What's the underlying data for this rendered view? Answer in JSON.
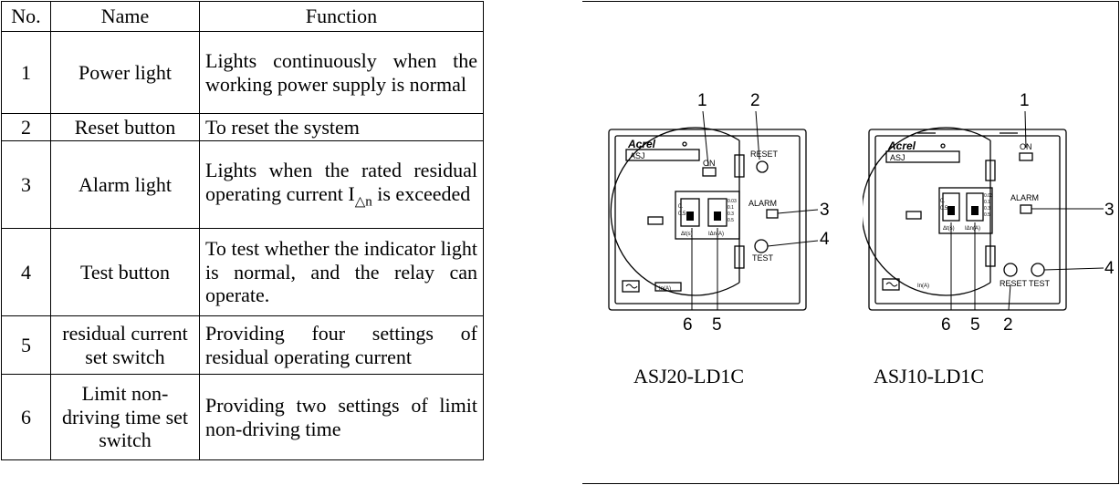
{
  "table": {
    "headers": [
      "No.",
      "Name",
      "Function"
    ],
    "rows": [
      {
        "no": "1",
        "name": "Power light",
        "func": "Lights continuously when the working power supply is normal"
      },
      {
        "no": "2",
        "name": "Reset button",
        "func": "To reset the system"
      },
      {
        "no": "3",
        "name": "Alarm light",
        "func_main": "Lights when the rated residual operating current I",
        "func_sub": "△n",
        "func_tail": " is exceeded"
      },
      {
        "no": "4",
        "name": "Test button",
        "func": "To test whether the indicator light is normal, and the relay can operate."
      },
      {
        "no": "5",
        "name": "residual current set switch",
        "func": "Providing four settings of residual operating current"
      },
      {
        "no": "6",
        "name": "Limit non-driving time set switch",
        "func": "Providing two settings of limit non-driving time"
      }
    ]
  },
  "devices": [
    {
      "model": "ASJ20-LD1C",
      "brand": "Acrel",
      "series": "ASJ",
      "labels": {
        "on": "ON",
        "reset": "RESET",
        "alarm": "ALARM",
        "test": "TEST"
      },
      "callouts": [
        "1",
        "2",
        "3",
        "4",
        "5",
        "6"
      ],
      "switch_left": [
        "0.",
        "0.5"
      ],
      "switch_right": [
        "0.03",
        "0.1",
        "0.3",
        "0.5"
      ],
      "switch_left_caption": "Δt(s)",
      "switch_right_caption": "IΔn(A)",
      "footer_label": "In(A)"
    },
    {
      "model": "ASJ10-LD1C",
      "brand": "Acrel",
      "series": "ASJ",
      "labels": {
        "on": "ON",
        "reset": "RESET",
        "alarm": "ALARM",
        "test": "TEST"
      },
      "callouts": [
        "1",
        "2",
        "3",
        "4",
        "5",
        "6"
      ],
      "switch_left": [
        "0.",
        "0.5"
      ],
      "switch_right": [
        "0.03",
        "0.1",
        "0.3",
        "0.5"
      ],
      "switch_left_caption": "Δt(s)",
      "switch_right_caption": "IΔn(A)",
      "footer_label": "In(A)"
    }
  ]
}
